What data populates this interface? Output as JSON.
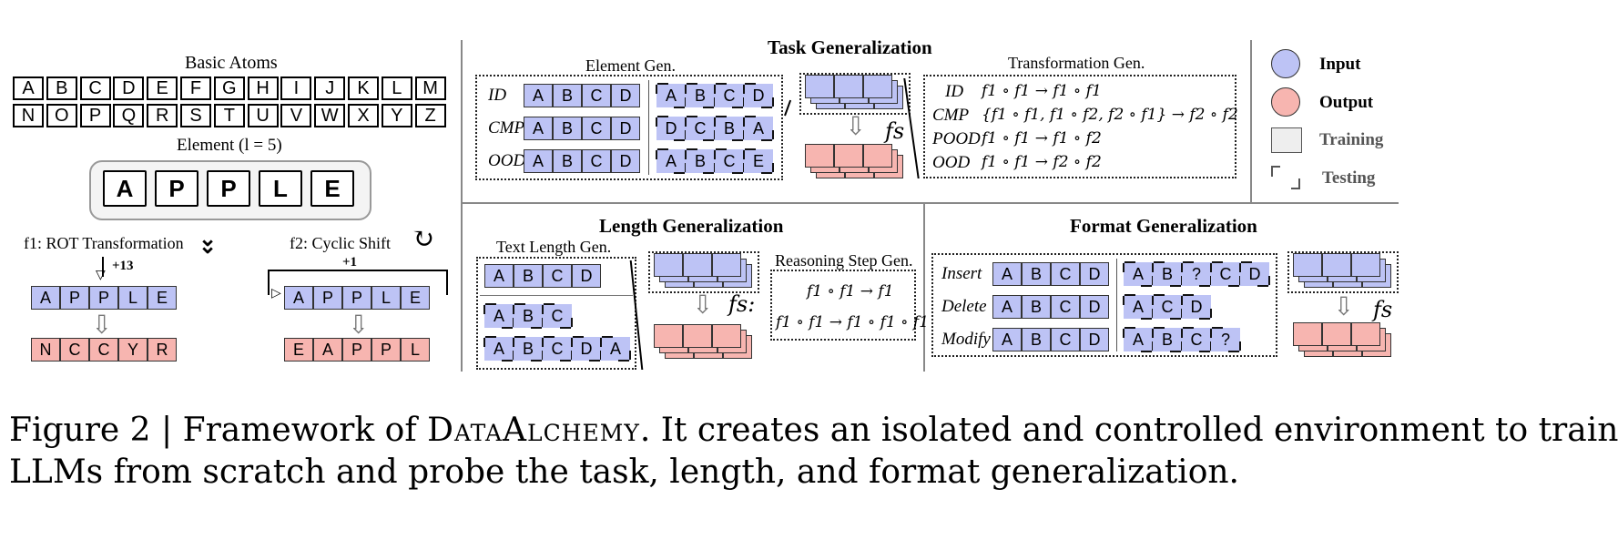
{
  "atoms": {
    "title": "Basic Atoms",
    "row1": [
      "A",
      "B",
      "C",
      "D",
      "E",
      "F",
      "G",
      "H",
      "I",
      "J",
      "K",
      "L",
      "M"
    ],
    "row2": [
      "N",
      "O",
      "P",
      "Q",
      "R",
      "S",
      "T",
      "U",
      "V",
      "W",
      "X",
      "Y",
      "Z"
    ]
  },
  "element": {
    "title": "Element (l = 5)",
    "letters": [
      "A",
      "P",
      "P",
      "L",
      "E"
    ]
  },
  "f1": {
    "title": "f1: ROT Transformation",
    "shift": "+13",
    "input": [
      "A",
      "P",
      "P",
      "L",
      "E"
    ],
    "output": [
      "N",
      "C",
      "C",
      "Y",
      "R"
    ]
  },
  "f2": {
    "title": "f2: Cyclic Shift",
    "shift": "+1",
    "input": [
      "A",
      "P",
      "P",
      "L",
      "E"
    ],
    "output": [
      "E",
      "A",
      "P",
      "P",
      "L"
    ]
  },
  "task": {
    "title": "Task Generalization",
    "element_title": "Element Gen.",
    "rows": [
      {
        "label": "ID",
        "train": [
          "A",
          "B",
          "C",
          "D"
        ],
        "test": [
          "A",
          "B",
          "C",
          "D"
        ]
      },
      {
        "label": "CMP",
        "train": [
          "A",
          "B",
          "C",
          "D"
        ],
        "test": [
          "D",
          "C",
          "B",
          "A"
        ]
      },
      {
        "label": "OOD",
        "train": [
          "A",
          "B",
          "C",
          "D"
        ],
        "test": [
          "A",
          "B",
          "C",
          "E"
        ]
      }
    ],
    "fs_label": "fs",
    "transform_title": "Transformation Gen.",
    "transforms": [
      {
        "label": "ID",
        "expr": "f1 ∘ f1 → f1 ∘ f1"
      },
      {
        "label": "CMP",
        "expr": "{f1 ∘ f1, f1 ∘ f2, f2 ∘ f1} → f2 ∘ f2"
      },
      {
        "label": "POOD",
        "expr": "f1 ∘ f1 → f1 ∘ f2"
      },
      {
        "label": "OOD",
        "expr": "f1 ∘ f1 → f2 ∘ f2"
      }
    ]
  },
  "legend": {
    "input": "Input",
    "output": "Output",
    "training": "Training",
    "testing": "Testing",
    "colors": {
      "input": "#bdc3f5",
      "output": "#f7b5b0",
      "training": "#eeeeee"
    }
  },
  "length": {
    "title": "Length Generalization",
    "text_title": "Text Length Gen.",
    "train": [
      "A",
      "B",
      "C",
      "D"
    ],
    "test1": [
      "A",
      "B",
      "C"
    ],
    "test2": [
      "A",
      "B",
      "C",
      "D",
      "A"
    ],
    "fs_label": "fs:",
    "reason_title": "Reasoning Step Gen.",
    "reason1": "f1 ∘ f1 → f1",
    "reason2": "f1 ∘ f1 → f1 ∘ f1 ∘ f1"
  },
  "format": {
    "title": "Format Generalization",
    "rows": [
      {
        "label": "Insert",
        "train": [
          "A",
          "B",
          "C",
          "D"
        ],
        "test": [
          "A",
          "B",
          "?",
          "C",
          "D"
        ]
      },
      {
        "label": "Delete",
        "train": [
          "A",
          "B",
          "C",
          "D"
        ],
        "test": [
          "A",
          "C",
          "D"
        ]
      },
      {
        "label": "Modify",
        "train": [
          "A",
          "B",
          "C",
          "D"
        ],
        "test": [
          "A",
          "B",
          "C",
          "?"
        ]
      }
    ],
    "fs_label": "fs"
  },
  "caption": {
    "prefix": "Figure 2 | Framework of ",
    "name": "DataAlchemy",
    "line1_rest": ". It creates an isolated and controlled environment to train",
    "line2": "LLMs from scratch and probe the task, length, and format generalization."
  }
}
